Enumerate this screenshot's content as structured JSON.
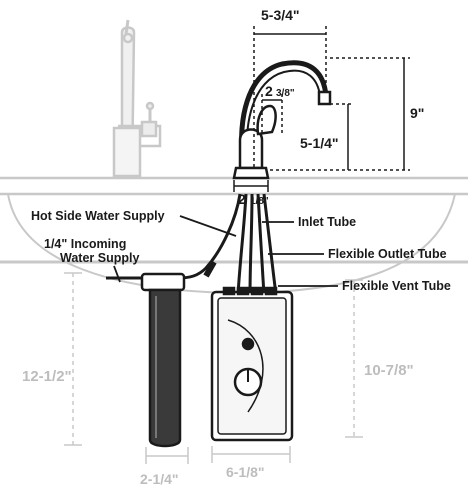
{
  "dimensions": {
    "spout_reach": "5-3/4\"",
    "faucet_height": "9\"",
    "spout_clearance": "5-1/4\"",
    "handle_width_main": "2",
    "handle_width_frac": "3/8\"",
    "shank_width_main": "2",
    "shank_width_frac": "1/8\"",
    "filter_height": "12-1/2\"",
    "filter_width": "2-1/4\"",
    "tank_height": "10-7/8\"",
    "tank_width": "6-1/8\""
  },
  "labels": {
    "hot_side": "Hot Side Water Supply",
    "incoming_line1": "1/4\" Incoming",
    "incoming_line2": "Water Supply",
    "inlet_tube": "Inlet Tube",
    "outlet_tube": "Flexible Outlet Tube",
    "vent_tube": "Flexible Vent Tube"
  },
  "colors": {
    "ink": "#1a1a1a",
    "ghost": "#c8c8c8",
    "ghost_text": "#bdbdbd"
  }
}
